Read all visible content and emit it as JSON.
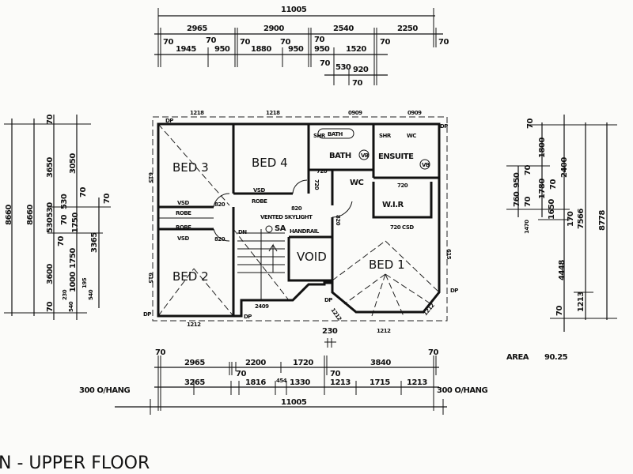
{
  "title": "N - UPPER FLOOR",
  "area": {
    "label": "AREA",
    "value": "90.25"
  },
  "rooms": {
    "bed1": "BED 1",
    "bed2": "BED 2",
    "bed3": "BED 3",
    "bed4": "BED 4",
    "bath_tub": "BATH",
    "bath": "BATH",
    "ensuite": "ENSUITE",
    "wc": "WC",
    "wir": "W.I.R",
    "void": "VOID",
    "vb1": "VB",
    "vb2": "VB",
    "shr1": "SHR",
    "shr2": "SHR",
    "wc2": "WC"
  },
  "annotations": {
    "vsd_bed4": "VSD",
    "robe_bed4": "ROBE",
    "vsd_bed3": "VSD",
    "robe_bed3": "ROBE",
    "robe_bed2": "ROBE",
    "vsd_bed2": "VSD",
    "skylight": "VENTED SKYLIGHT",
    "sa": "SA",
    "handrail": "HANDRAIL",
    "dn": "DN",
    "csd": "720 CSD",
    "door_820_a": "820",
    "door_820_b": "820",
    "door_820_c": "820",
    "door_820_d": "820",
    "door_720_a": "720",
    "door_720_b": "720",
    "door_720_c": "720",
    "dp1": "DP",
    "dp2": "DP",
    "dp3": "DP",
    "dp4": "DP",
    "dp5": "DP",
    "dp6": "DP",
    "win_1218_a": "1218",
    "win_1218_b": "1218",
    "win_0909_a": "0909",
    "win_0909_b": "0909",
    "win_1212_a": "1212",
    "win_1212_b": "1212",
    "win_1212_c": "1212",
    "win_1212_d": "1212",
    "win_615_a": "615",
    "win_615_b": "615",
    "win_615_c": "615",
    "win_2409": "2409",
    "bay_230": "230"
  },
  "top_dims": {
    "overall": "11005",
    "row1": [
      "2965",
      "2900",
      "2540",
      "2250"
    ],
    "row2": [
      "1945",
      "950",
      "1880",
      "950",
      "950",
      "1520"
    ],
    "row3": [
      "530",
      "920"
    ],
    "walls": [
      "70",
      "70",
      "70",
      "70",
      "70",
      "70",
      "70",
      "70",
      "70"
    ]
  },
  "bottom_dims": {
    "row1": [
      "2965",
      "2200",
      "1720",
      "3840"
    ],
    "row1_walls": [
      "70",
      "70",
      "70",
      "70"
    ],
    "row2": [
      "3265",
      "1816",
      "454",
      "1330",
      "1213",
      "1715",
      "1213"
    ],
    "overhang_left": "300 O/HANG",
    "overhang_right": "300 O/HANG",
    "overall": "11005"
  },
  "left_dims": {
    "overall_a": "8660",
    "overall_b": "8660",
    "col1": [
      "70",
      "3650",
      "530530",
      "70",
      "3600",
      "70"
    ],
    "col2": [
      "3050",
      "70",
      "530",
      "70",
      "1750",
      "1750",
      "1000",
      "230",
      "540"
    ],
    "col3": [
      "70",
      "3365",
      "195",
      "540"
    ]
  },
  "right_dims": {
    "col1": [
      "70",
      "1800",
      "70",
      "950",
      "1780",
      "760",
      "70",
      "1470"
    ],
    "col2": [
      "2400",
      "70",
      "1650",
      "170",
      "4448",
      "70"
    ],
    "col3": [
      "7566",
      "1213"
    ],
    "overall": "8778"
  }
}
